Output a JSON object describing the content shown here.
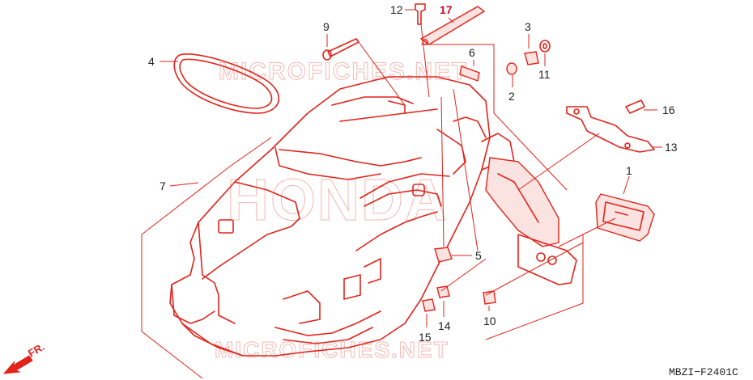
{
  "watermarks": {
    "top": "MICROFICHES.NET",
    "center": "HONDA",
    "bottom": "MICROFICHES.NET"
  },
  "diagram_code": "MBZI−F2401C",
  "direction_label": "FR.",
  "colors": {
    "line": "#e2231a",
    "label": "#222222",
    "watermark": "#f2b8b3"
  },
  "callouts": [
    {
      "num": "1"
    },
    {
      "num": "2"
    },
    {
      "num": "3"
    },
    {
      "num": "4"
    },
    {
      "num": "5"
    },
    {
      "num": "6"
    },
    {
      "num": "7"
    },
    {
      "num": "9"
    },
    {
      "num": "10"
    },
    {
      "num": "11"
    },
    {
      "num": "12"
    },
    {
      "num": "13"
    },
    {
      "num": "14"
    },
    {
      "num": "15"
    },
    {
      "num": "16"
    },
    {
      "num": "17"
    }
  ]
}
